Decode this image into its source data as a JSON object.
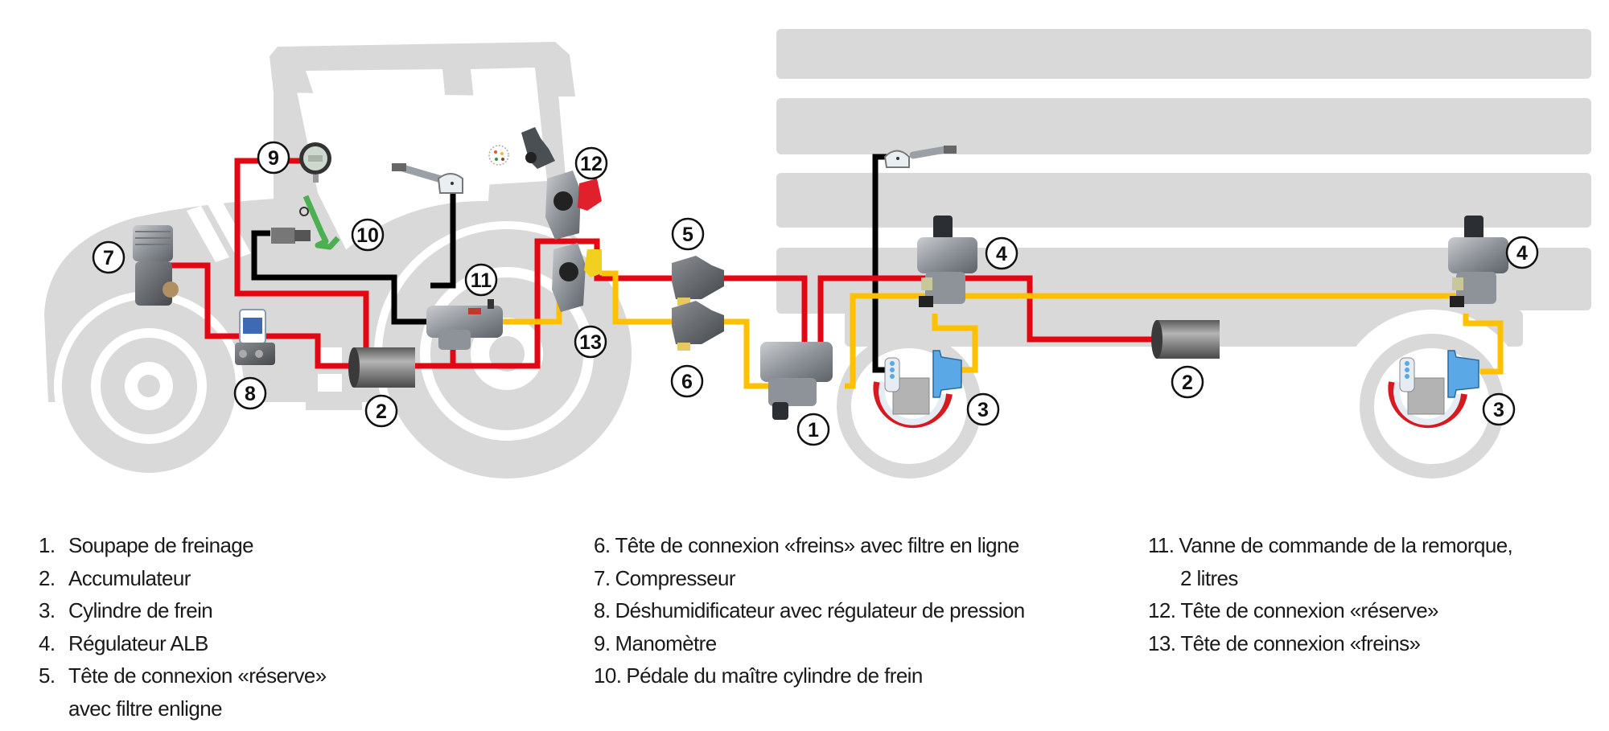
{
  "diagram": {
    "title": "Pneumatic brake system – tractor and trailer",
    "colors": {
      "silhouette": "#d9d9d9",
      "reserve_line": "#e30613",
      "brake_line": "#ffc000",
      "control_line": "#000000",
      "pedal": "#4caf50",
      "cylinder_blue": "#5aa9e6",
      "drum_red": "#d71920"
    },
    "callouts": [
      {
        "id": "c9",
        "label": "9"
      },
      {
        "id": "c10",
        "label": "10"
      },
      {
        "id": "c7",
        "label": "7"
      },
      {
        "id": "c8",
        "label": "8"
      },
      {
        "id": "c2a",
        "label": "2"
      },
      {
        "id": "c11",
        "label": "11"
      },
      {
        "id": "c12",
        "label": "12"
      },
      {
        "id": "c13",
        "label": "13"
      },
      {
        "id": "c5",
        "label": "5"
      },
      {
        "id": "c6",
        "label": "6"
      },
      {
        "id": "c1",
        "label": "1"
      },
      {
        "id": "c4a",
        "label": "4"
      },
      {
        "id": "c3a",
        "label": "3"
      },
      {
        "id": "c2b",
        "label": "2"
      },
      {
        "id": "c4b",
        "label": "4"
      },
      {
        "id": "c3b",
        "label": "3"
      }
    ]
  },
  "legend": {
    "column1": [
      {
        "num": "1.",
        "text": "Soupape de freinage"
      },
      {
        "num": "2.",
        "text": "Accumulateur"
      },
      {
        "num": "3.",
        "text": "Cylindre de frein"
      },
      {
        "num": "4.",
        "text": "Régulateur ALB"
      },
      {
        "num": "5.",
        "text": "Tête de connexion «réserve»",
        "continuation": "avec filtre enligne"
      }
    ],
    "column2": [
      {
        "num": "6.",
        "text": "Tête de connexion «freins» avec filtre en ligne"
      },
      {
        "num": "7.",
        "text": "Compresseur"
      },
      {
        "num": "8.",
        "text": "Déshumidificateur avec régulateur de pression"
      },
      {
        "num": "9.",
        "text": "Manomètre"
      },
      {
        "num": "10.",
        "text": "Pédale du maître cylindre de frein"
      }
    ],
    "column3": [
      {
        "num": "11.",
        "text": "Vanne de commande de la remorque,",
        "continuation": "2 litres"
      },
      {
        "num": "12.",
        "text": "Tête de connexion «réserve»"
      },
      {
        "num": "13.",
        "text": "Tête de connexion «freins»"
      }
    ]
  }
}
